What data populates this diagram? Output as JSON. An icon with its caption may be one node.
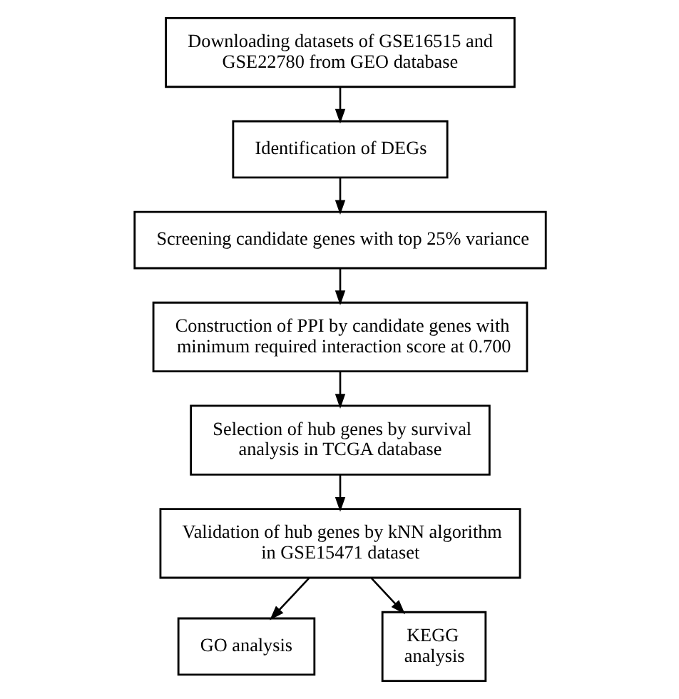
{
  "diagram": {
    "nodes": [
      {
        "text": [
          "Downloading datasets of GSE16515 and GSE22780 from GEO database"
        ]
      },
      {
        "text": [
          "Identification of DEGs"
        ]
      },
      {
        "text": [
          "Screening candidate genes with top 25% variance"
        ]
      },
      {
        "text": [
          "Construction of PPI by candidate genes with minimum required interaction score at 0.700"
        ]
      },
      {
        "text": [
          "Selection of hub genes by survival analysis in TCGA database"
        ]
      },
      {
        "text": [
          "Validation of hub genes by kNN algorithm in GSE15471 dataset"
        ]
      },
      {
        "text": [
          "GO analysis"
        ]
      },
      {
        "text": [
          "KEGG analysis"
        ]
      }
    ],
    "edges": [
      {
        "from": 0,
        "to": 1,
        "arrow": "to"
      },
      {
        "from": 1,
        "to": 2,
        "arrow": "to"
      },
      {
        "from": 2,
        "to": 3,
        "arrow": "to"
      },
      {
        "from": 3,
        "to": 4,
        "arrow": "to"
      },
      {
        "from": 4,
        "to": 5,
        "arrow": "to"
      },
      {
        "from": 5,
        "to": 6,
        "arrow": "to"
      },
      {
        "from": 5,
        "to": 7,
        "arrow": "to"
      }
    ]
  }
}
